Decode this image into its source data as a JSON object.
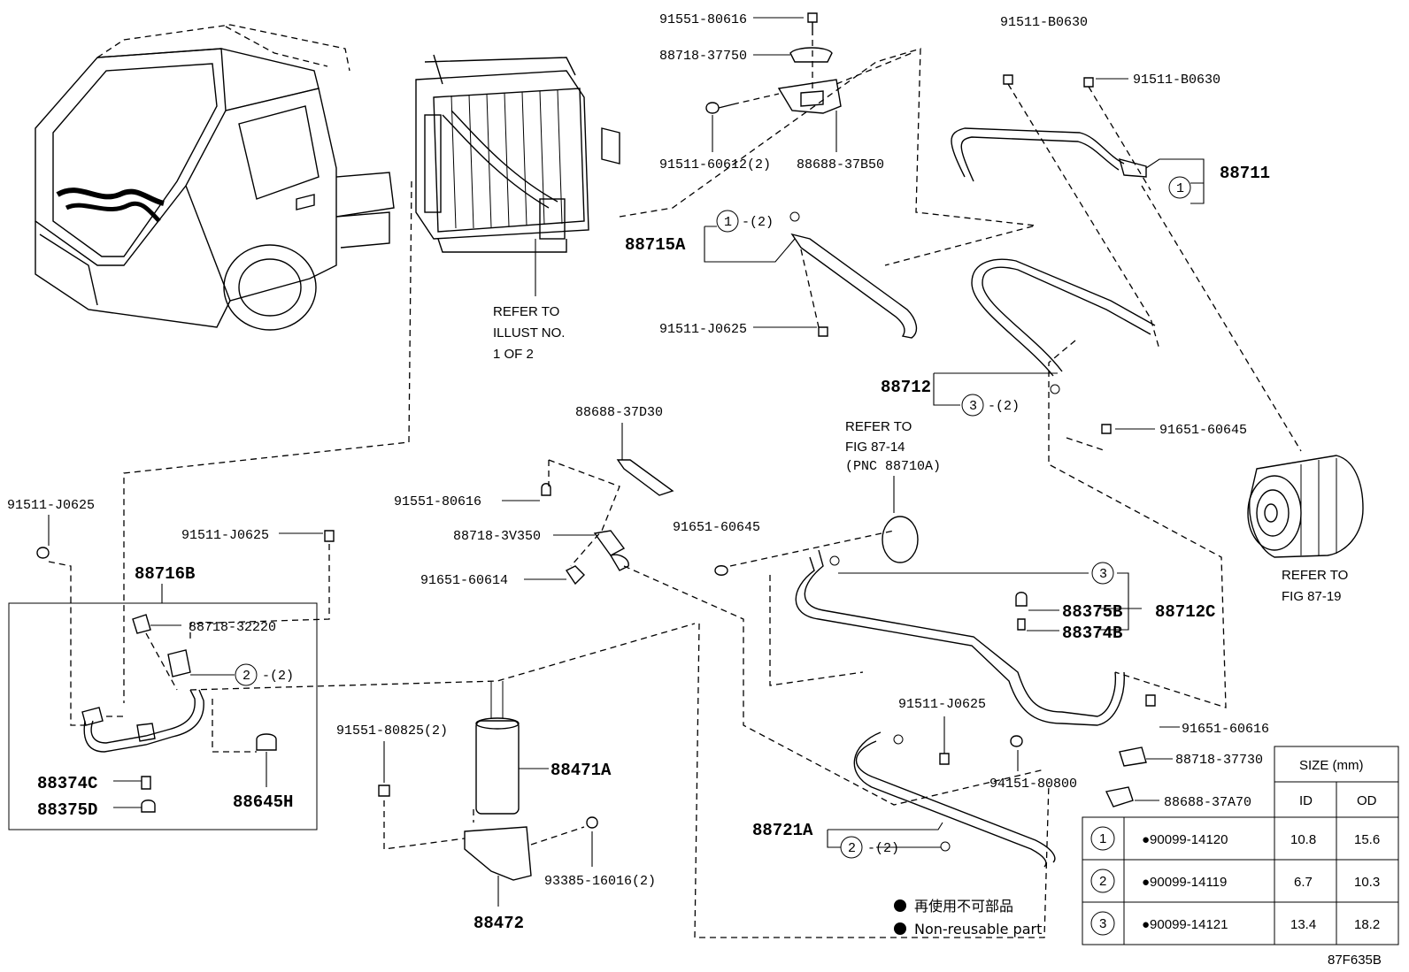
{
  "diagram_code": "87F635B",
  "labels": {
    "p91551_80616_top": "91551-80616",
    "p88718_37750": "88718-37750",
    "p91511_60612": "91511-60612(2)",
    "p88688_37B50": "88688-37B50",
    "p91511_B0630_a": "91511-B0630",
    "p91511_B0630_b": "91511-B0630",
    "p88711": "88711",
    "p88715A": "88715A",
    "p91511_J0625_mid": "91511-J0625",
    "p88712": "88712",
    "p91651_60645_r": "91651-60645",
    "p88688_37D30": "88688-37D30",
    "p91551_80616_mid": "91551-80616",
    "p88718_3V350": "88718-3V350",
    "p91651_60614": "91651-60614",
    "p91651_60645_m": "91651-60645",
    "p91511_J0625_left": "91511-J0625",
    "p91511_J0625_left2": "91511-J0625",
    "p88716B": "88716B",
    "p88718_32220": "88718-32220",
    "p88374C": "88374C",
    "p88375D": "88375D",
    "p88645H": "88645H",
    "p91551_80825": "91551-80825(2)",
    "p88471A": "88471A",
    "p93385_16016": "93385-16016(2)",
    "p88472": "88472",
    "p88375B": "88375B",
    "p88374B": "88374B",
    "p88712C": "88712C",
    "p91651_60616": "91651-60616",
    "p88718_37730": "88718-37730",
    "p88688_37A70": "88688-37A70",
    "p91511_J0625_bot": "91511-J0625",
    "p94151_80800": "94151-80800",
    "p88721A": "88721A"
  },
  "refs": {
    "illust_1": "REFER TO",
    "illust_2": "ILLUST NO.",
    "illust_3": "1 OF 2",
    "fig8714_1": "REFER TO",
    "fig8714_2": "FIG 87-14",
    "fig8714_3": "(PNC 88710A)",
    "fig8719_1": "REFER TO",
    "fig8719_2": "FIG 87-19"
  },
  "callouts": {
    "c1": "1",
    "c2": "2",
    "c3": "3",
    "qty2": "-(2)"
  },
  "legend": {
    "jp": "再使用不可部品",
    "en": "Non-reusable part"
  },
  "size_table": {
    "header": "SIZE (mm)",
    "col_id": "ID",
    "col_od": "OD",
    "rows": [
      {
        "ref": "1",
        "part": "●90099-14120",
        "id": "10.8",
        "od": "15.6"
      },
      {
        "ref": "2",
        "part": "●90099-14119",
        "id": "6.7",
        "od": "10.3"
      },
      {
        "ref": "3",
        "part": "●90099-14121",
        "id": "13.4",
        "od": "18.2"
      }
    ]
  }
}
